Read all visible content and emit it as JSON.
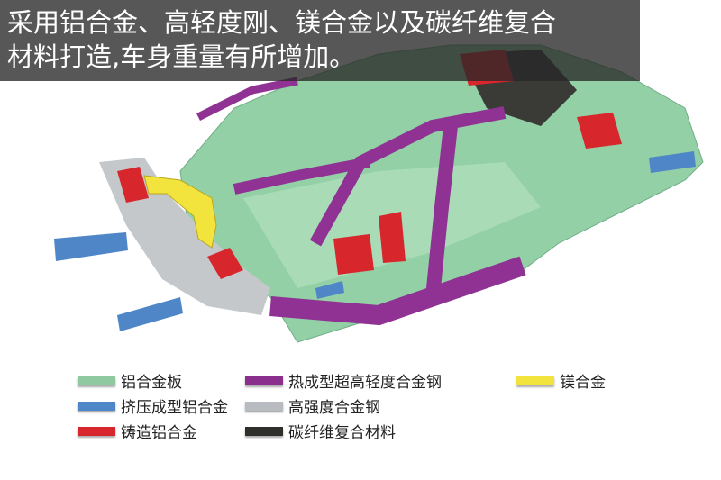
{
  "caption": {
    "line1": "采用铝合金、高轻度刚、镁合金以及碳纤维复合",
    "line2": "材料打造,车身重量有所增加。"
  },
  "legend": [
    {
      "label": "铝合金板",
      "color": "#8fc9a0"
    },
    {
      "label": "挤压成型铝合金",
      "color": "#4f86c8"
    },
    {
      "label": "铸造铝合金",
      "color": "#d8262d"
    },
    {
      "label": "热成型超高轻度合金钢",
      "color": "#8b2f8e"
    },
    {
      "label": "高强度合金钢",
      "color": "#b8bcc0"
    },
    {
      "label": "碳纤维复合材料",
      "color": "#2f2f2b"
    },
    {
      "label": "镁合金",
      "color": "#f2e43c"
    }
  ]
}
